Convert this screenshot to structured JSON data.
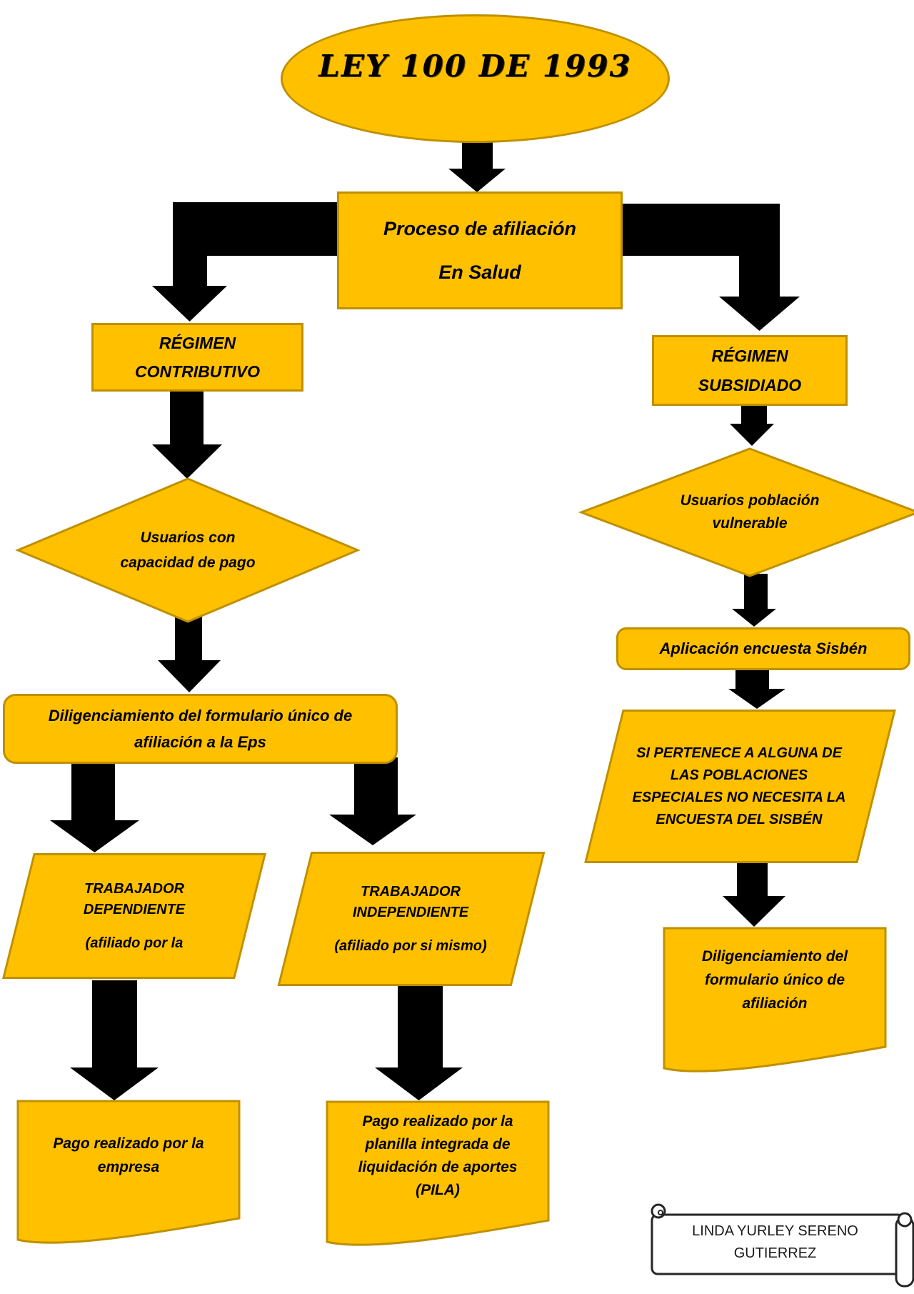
{
  "palette": {
    "shape_fill": "#FFC000",
    "shape_stroke": "#BF9000",
    "connector_color": "#000000",
    "scroll_fill": "#FFFFFF",
    "scroll_stroke": "#262626",
    "text_color": "#000000"
  },
  "flowchart": {
    "title": "LEY 100 DE 1993",
    "proceso": {
      "line1": "Proceso de afiliación",
      "line2": "En Salud"
    },
    "regimen_contributivo": {
      "line1": "RÉGIMEN",
      "line2": "CONTRIBUTIVO"
    },
    "regimen_subsidiado": {
      "line1": "RÉGIMEN",
      "line2": "SUBSIDIADO"
    },
    "usuarios_capacidad": {
      "line1": "Usuarios con",
      "line2": "capacidad de pago"
    },
    "usuarios_vulnerable": {
      "line1": "Usuarios población",
      "line2": "vulnerable"
    },
    "diligenciamiento_eps": {
      "line1": "Diligenciamiento del formulario único de",
      "line2": "afiliación a la Eps"
    },
    "aplicacion_sisben": {
      "label": "Aplicación encuesta Sisbén"
    },
    "trabajador_dependiente": {
      "line1": "TRABAJADOR",
      "line2": "DEPENDIENTE",
      "line3": "(afiliado por la"
    },
    "trabajador_independiente": {
      "line1": "TRABAJADOR",
      "line2": "INDEPENDIENTE",
      "line3": "(afiliado por si mismo)"
    },
    "si_pertenece": {
      "line1": "SI PERTENECE A ALGUNA DE",
      "line2": "LAS POBLACIONES",
      "line3": "ESPECIALES NO NECESITA LA",
      "line4": "ENCUESTA DEL SISBÉN"
    },
    "pago_empresa": {
      "line1": "Pago realizado por la",
      "line2": "empresa"
    },
    "pago_pila": {
      "line1": "Pago realizado por la",
      "line2": "planilla integrada de",
      "line3": "liquidación de aportes",
      "line4": "(PILA)"
    },
    "diligenciamiento_afiliacion": {
      "line1": "Diligenciamiento del",
      "line2": "formulario único de",
      "line3": "afiliación"
    },
    "author_banner": {
      "line1": "LINDA YURLEY SERENO",
      "line2": "GUTIERREZ"
    }
  }
}
